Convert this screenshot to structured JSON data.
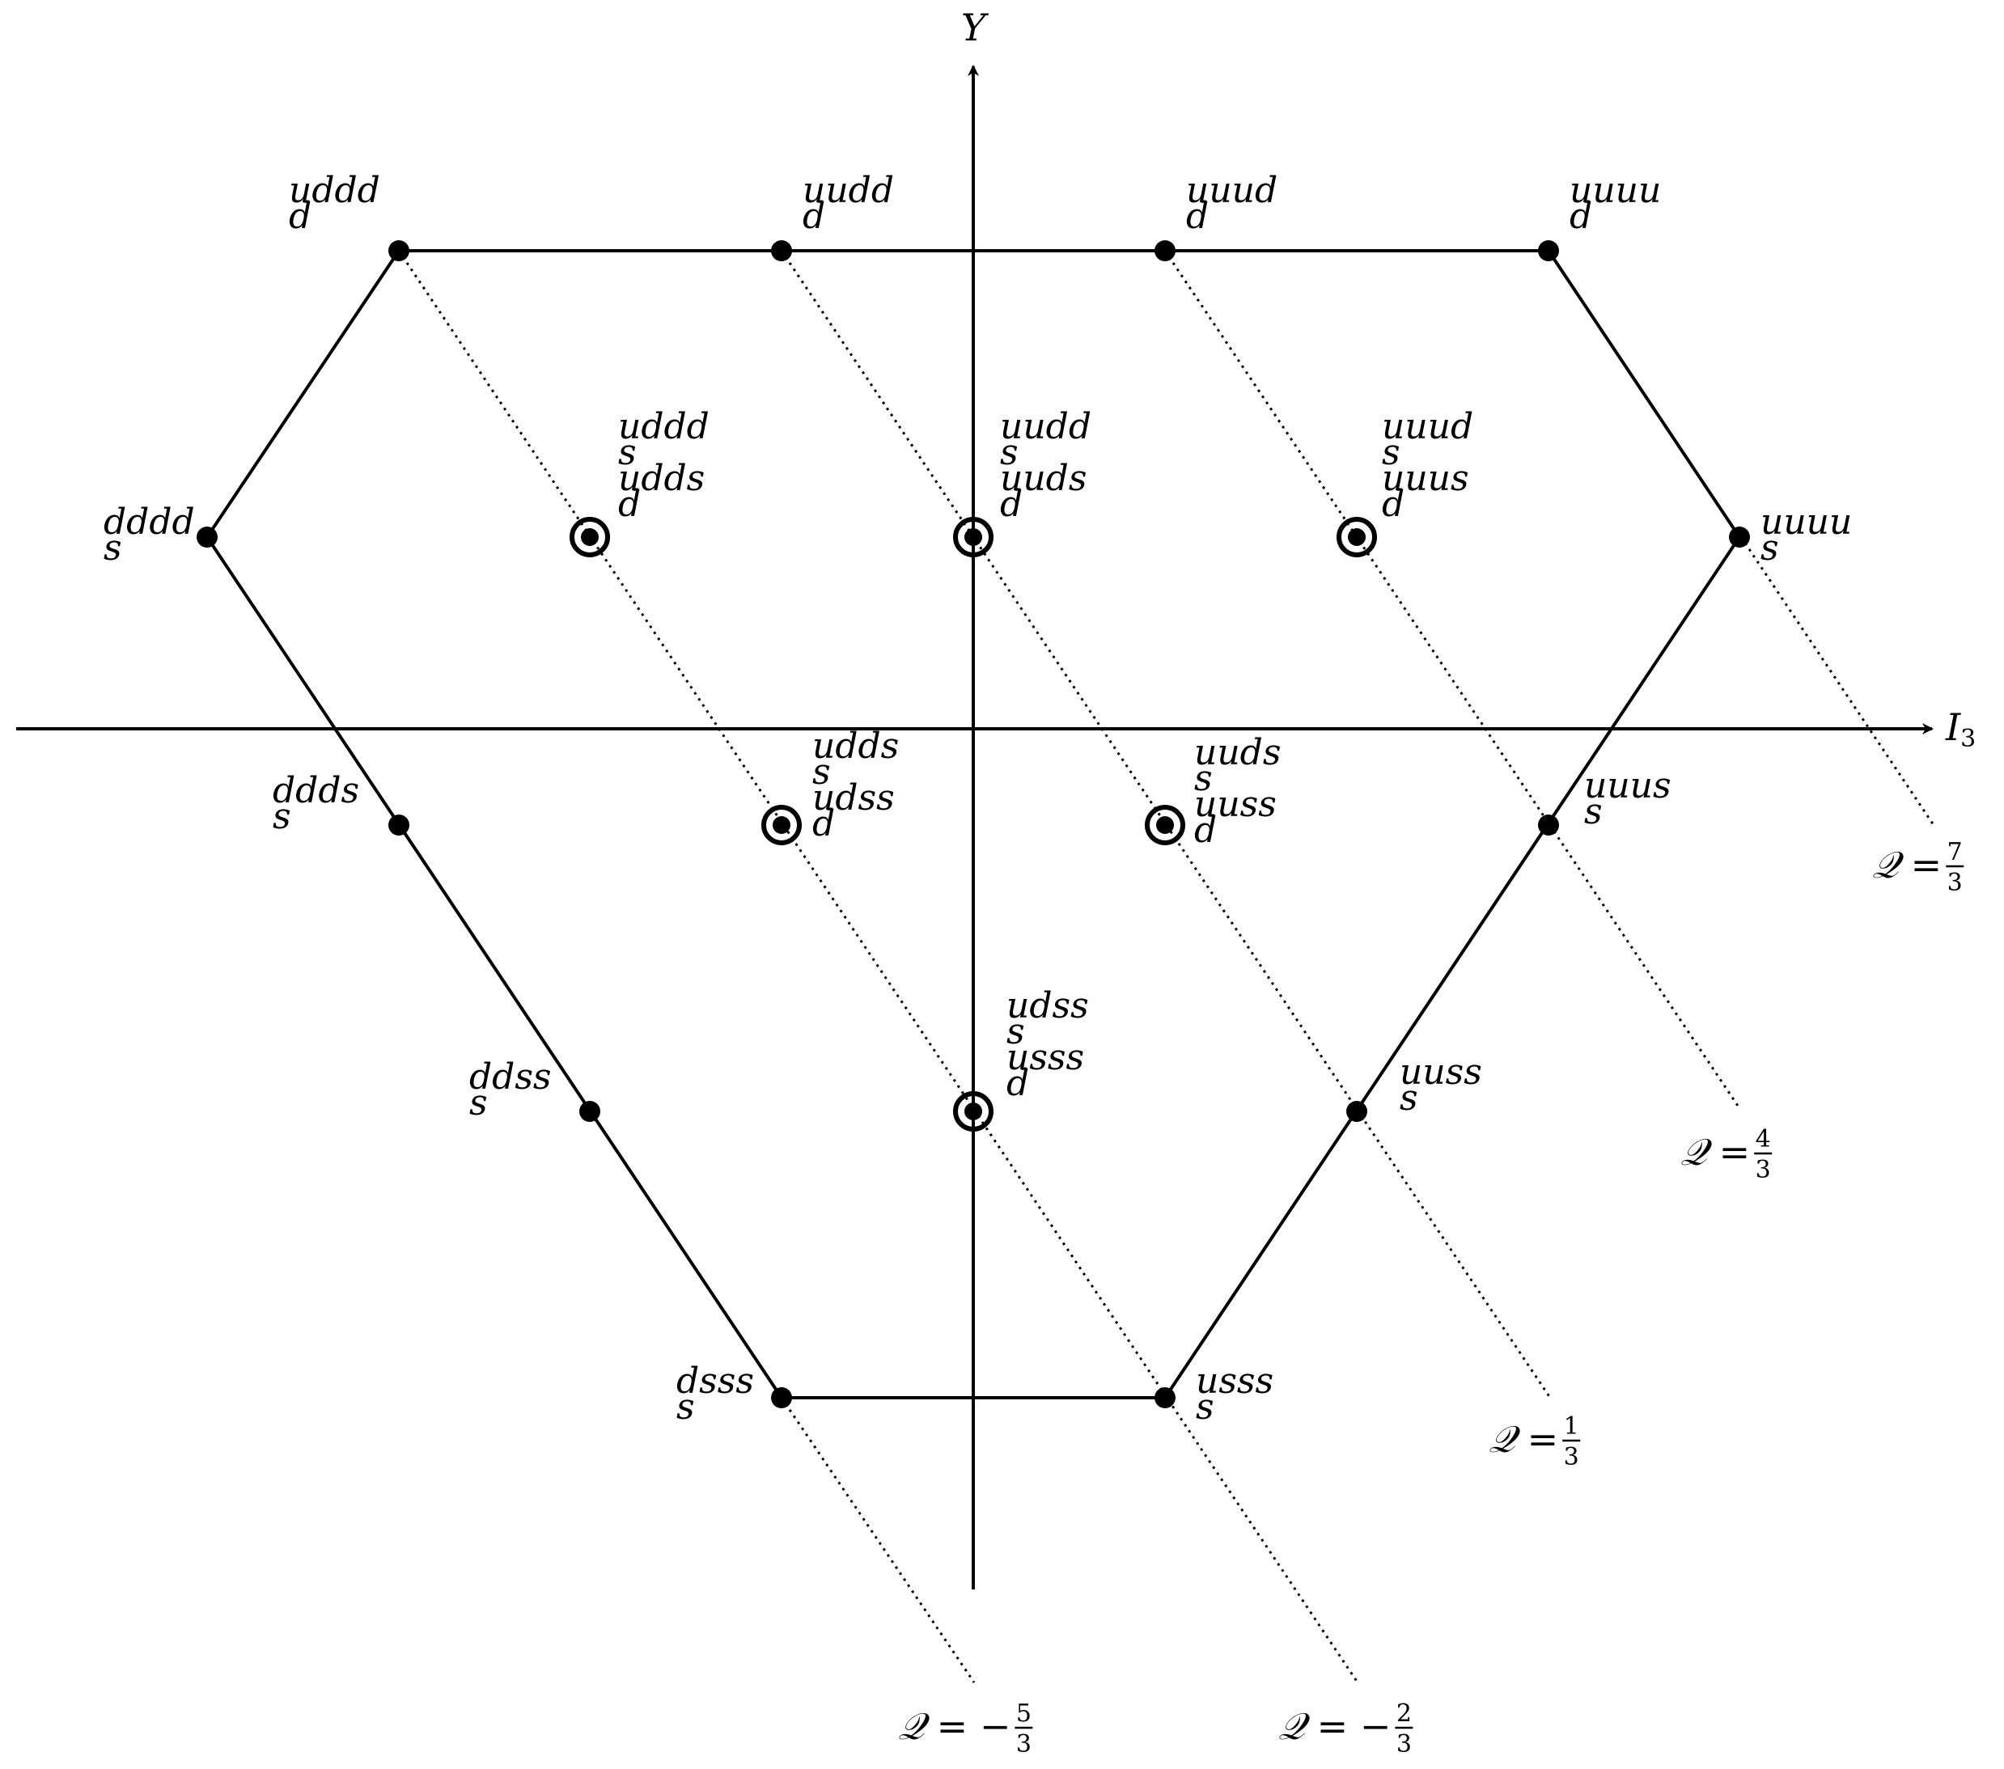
{
  "axes": {
    "x_label": "I",
    "x_label_sub": "3",
    "y_label": "Y"
  },
  "states": [
    {
      "id": "dddds",
      "lines": [
        "dddd",
        "s"
      ],
      "double": false
    },
    {
      "id": "usss-s",
      "lines": [
        "usss",
        "s"
      ],
      "double": false
    }
  ],
  "nodes": {
    "uddd_d": {
      "lines": [
        "uddd",
        "d"
      ]
    },
    "uudd_d": {
      "lines": [
        "uudd",
        "d"
      ]
    },
    "uuud_d": {
      "lines": [
        "uuud",
        "d"
      ]
    },
    "uuuu_d": {
      "lines": [
        "uuuu",
        "d"
      ]
    },
    "dddd_s": {
      "lines": [
        "dddd",
        "s"
      ]
    },
    "m1": {
      "lines": [
        "uddd",
        "s",
        "udds",
        "d"
      ]
    },
    "m2": {
      "lines": [
        "uudd",
        "s",
        "uuds",
        "d"
      ]
    },
    "m3": {
      "lines": [
        "uuud",
        "s",
        "uuus",
        "d"
      ]
    },
    "uuuu_s": {
      "lines": [
        "uuuu",
        "s"
      ]
    },
    "ddds_s": {
      "lines": [
        "ddds",
        "s"
      ]
    },
    "m4": {
      "lines": [
        "udds",
        "s",
        "udss",
        "d"
      ]
    },
    "m5": {
      "lines": [
        "uuds",
        "s",
        "uuss",
        "d"
      ]
    },
    "uuus_s": {
      "lines": [
        "uuus",
        "s"
      ]
    },
    "ddss_s": {
      "lines": [
        "ddss",
        "s"
      ]
    },
    "m6": {
      "lines": [
        "udss",
        "s",
        "usss",
        "d"
      ]
    },
    "uuss_s": {
      "lines": [
        "uuss",
        "s"
      ]
    },
    "dsss_s": {
      "lines": [
        "dsss",
        "s"
      ]
    },
    "usss_s": {
      "lines": [
        "usss",
        "s"
      ]
    }
  },
  "charge_lines": [
    {
      "prefix": "𝒬 = ",
      "sign": "",
      "num": "7",
      "den": "3"
    },
    {
      "prefix": "𝒬 = ",
      "sign": "",
      "num": "4",
      "den": "3"
    },
    {
      "prefix": "𝒬 = ",
      "sign": "",
      "num": "1",
      "den": "3"
    },
    {
      "prefix": "𝒬 = ",
      "sign": "−",
      "num": "2",
      "den": "3"
    },
    {
      "prefix": "𝒬 = ",
      "sign": "−",
      "num": "5",
      "den": "3"
    }
  ]
}
